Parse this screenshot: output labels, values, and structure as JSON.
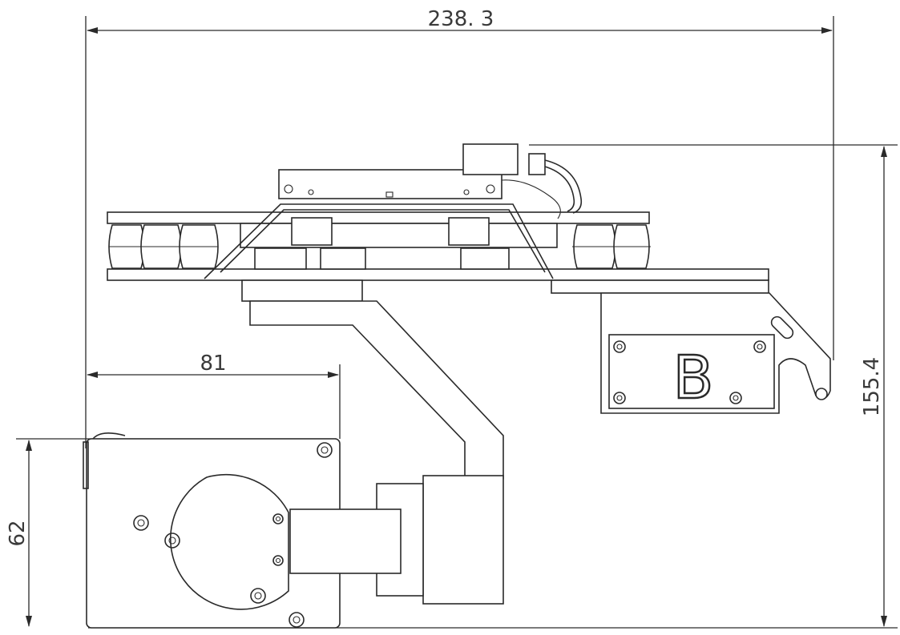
{
  "dimensions": {
    "overall_width": "238. 3",
    "overall_height": "155.4",
    "camera_width": "81",
    "camera_height": "62"
  },
  "mount_label": "B",
  "colors": {
    "line": "#2a2a2a",
    "text": "#3a3a3a",
    "background": "#ffffff"
  }
}
